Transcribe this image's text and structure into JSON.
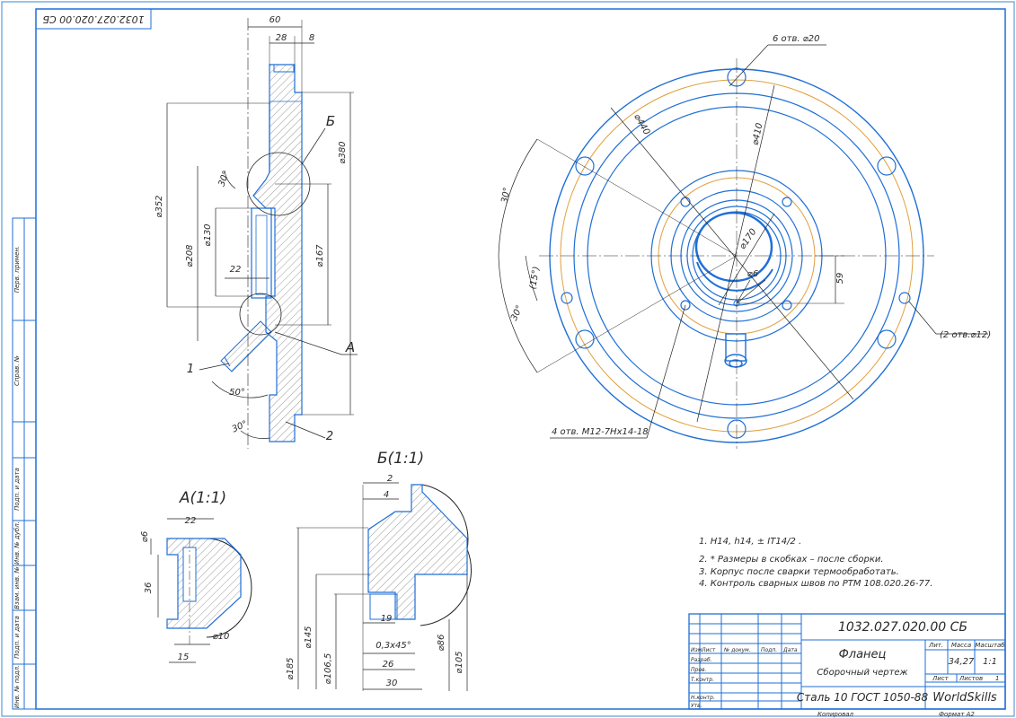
{
  "stamp_top": "1032.027.020.00 СБ",
  "side_strip": [
    "Перв. примен.",
    "Справ. №",
    "Подп. и дата",
    "Инв. № дубл.",
    "Взам. инв. №",
    "Подп. и дата",
    "Инв. № подл."
  ],
  "section_view": {
    "dim_60": "60",
    "dim_28": "28",
    "dim_8": "8",
    "dim_352": "⌀352",
    "dim_208": "⌀208",
    "dim_130": "⌀130",
    "dim_22": "22",
    "dim_30a": "30°",
    "dim_380": "⌀380",
    "dim_167": "⌀167",
    "label_b": "Б",
    "label_a": "А",
    "pos_1": "1",
    "pos_2": "2",
    "dim_50": "50°",
    "dim_30b": "30°"
  },
  "front_view": {
    "holes_note": "6 отв. ⌀20",
    "dim_440": "⌀440",
    "dim_410": "⌀410",
    "dim_170": "⌀170",
    "dim_6": "⌀6",
    "dim_59": "59",
    "angle_30a": "30°",
    "angle_15": "(15°)",
    "angle_30b": "30°",
    "holes2_note": "(2 отв.⌀12)",
    "thread_note": "4 отв. М12-7Нх14-18"
  },
  "detail_a": {
    "title": "А(1:1)",
    "dim_22": "22",
    "dim_6": "⌀6",
    "dim_36": "36",
    "dim_10": "⌀10",
    "dim_15": "15"
  },
  "detail_b": {
    "title": "Б(1:1)",
    "dim_2": "2",
    "dim_4": "4",
    "dim_145": "⌀145",
    "dim_185": "⌀185",
    "dim_1065": "⌀106,5",
    "dim_19": "19",
    "dim_chamfer": "0,3х45°",
    "dim_26": "26",
    "dim_30": "30",
    "dim_86": "⌀86",
    "dim_105": "⌀105"
  },
  "notes": [
    "1. Н14, h14, ± IT14/2 .",
    "2. * Размеры в скобках – после сборки.",
    "3. Корпус после сварки термообработать.",
    "4. Контроль сварных швов по РТМ 108.020.26-77."
  ],
  "title_block": {
    "designation": "1032.027.020.00 СБ",
    "name": "Фланец",
    "doc_type": "Сборочный чертеж",
    "material": "Сталь 10  ГОСТ 1050-88",
    "org": "WorldSkills",
    "col_lit": "Лит.",
    "col_mass": "Масса",
    "col_scale": "Масштаб",
    "mass": "34,27",
    "scale": "1:1",
    "sheet_label": "Лист",
    "sheets_label": "Листов",
    "sheets_value": "1",
    "row_headers": [
      "Изм.",
      "Лист",
      "№ докум.",
      "Подп.",
      "Дата"
    ],
    "roles": [
      "Разраб.",
      "Пров.",
      "Т.контр.",
      "Н.контр.",
      "Утв."
    ],
    "copied": "Копировал",
    "format": "Формат   А2"
  }
}
